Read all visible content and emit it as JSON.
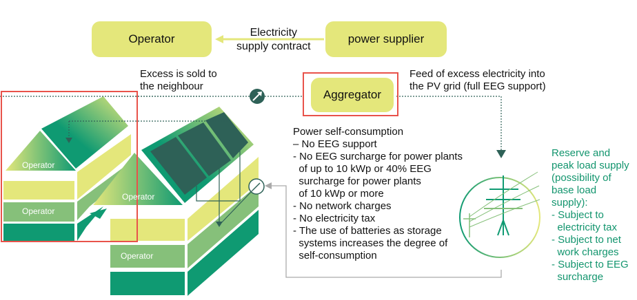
{
  "top": {
    "operator_label": "Operator",
    "contract_line1": "Electricity",
    "contract_line2": "supply contract",
    "supplier_label": "power supplier"
  },
  "flows": {
    "neighbour_line1": "Excess is sold to",
    "neighbour_line2": "the neighbour",
    "aggregator_label": "Aggregator",
    "feed_line1": "Feed of excess electricity into",
    "feed_line2": "the PV grid (full EEG support)"
  },
  "self_consumption": {
    "title": "Power self-consumption",
    "items": [
      "– No EEG support",
      "- No EEG surcharge for power plants",
      "  of up to 10 kWp or 40% EEG",
      "  surcharge for power plants",
      "  of 10 kWp or more",
      "- No network charges",
      "- No electricity tax",
      "- The use of batteries as storage",
      "  systems increases the degree of",
      "  self-consumption"
    ]
  },
  "grid_supply": {
    "lines": [
      "Reserve and",
      "peak load supply",
      "(possibility of",
      "base load",
      "supply):",
      "- Subject to",
      "  electricity tax",
      "- Subject to net",
      "  work charges",
      "- Subject to EEG",
      "  surcharge"
    ]
  },
  "buildings": {
    "left_roof_label": "Operator",
    "left_floor_label": "Operator",
    "right_roof_label": "Operator",
    "right_floor_label": "Operator"
  },
  "colors": {
    "yellow": "#e4e77b",
    "light_green": "#86c07a",
    "green": "#0f9a72",
    "dark_green": "#2e6157",
    "highlight_red": "#e8524a",
    "text_green": "#13956e"
  }
}
